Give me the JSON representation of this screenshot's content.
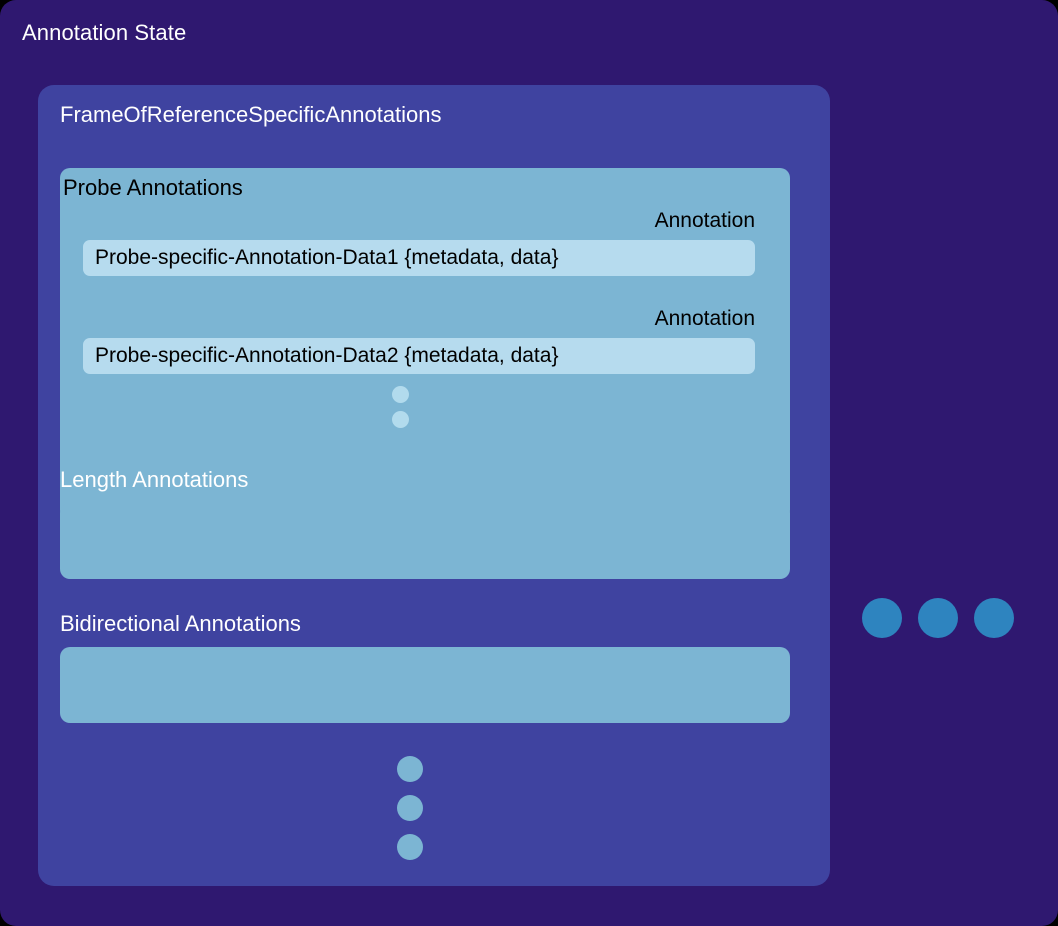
{
  "diagram": {
    "title": "Annotation State",
    "colors": {
      "background": "#2f1870",
      "panel": "#3f43a0",
      "group_box": "#7cb5d3",
      "data_row": "#b6dbee",
      "side_dot": "#2e84bf",
      "title_text": "#ffffff",
      "box_text": "#000000"
    },
    "frame_of_reference": {
      "title": "FrameOfReferenceSpecificAnnotations",
      "probe_group": {
        "title": "Probe Annotations",
        "annotations": [
          {
            "label": "Annotation",
            "value": "Probe-specific-Annotation-Data1 {metadata, data}"
          },
          {
            "label": "Annotation",
            "value": "Probe-specific-Annotation-Data2 {metadata, data}"
          }
        ],
        "ellipsis_dots": 2
      },
      "sections": [
        {
          "title": "Length Annotations",
          "content": ""
        },
        {
          "title": "Bidirectional Annotations",
          "content": ""
        }
      ],
      "ellipsis_dots": 3
    },
    "side_ellipsis_dots": 3
  }
}
